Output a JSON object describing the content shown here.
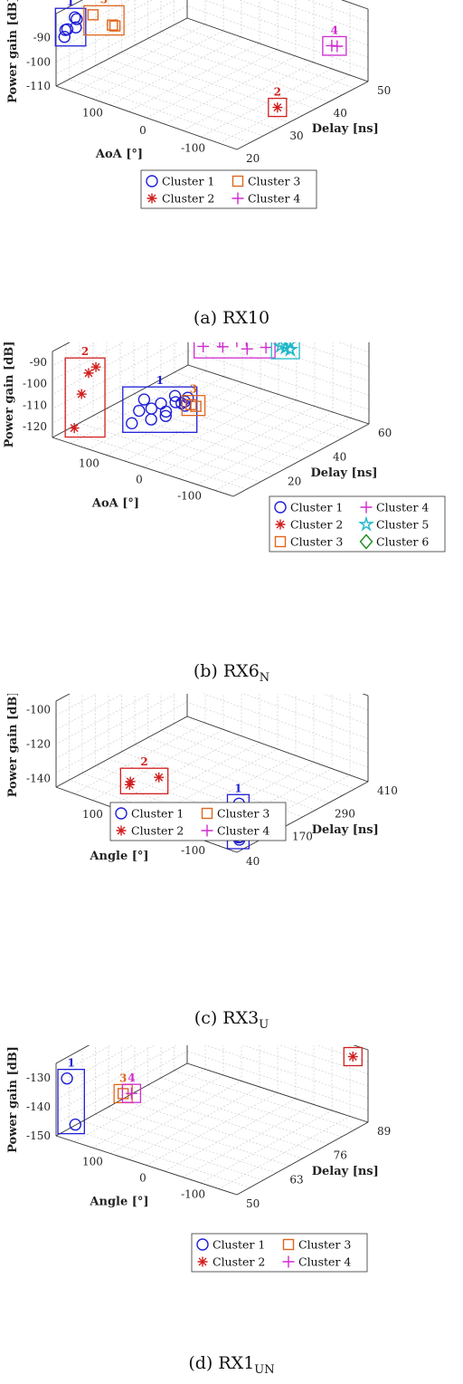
{
  "chart_data": [
    {
      "type": "scatter",
      "caption_main": "(a)  RX10",
      "caption_sub": "",
      "xlabel": "Delay [ns]",
      "ylabel": "AoA [°]",
      "zlabel": "Power gain [dB]",
      "xlim": [
        20,
        50
      ],
      "ylim": [
        -180,
        180
      ],
      "zlim": [
        -110,
        -80
      ],
      "xticks": [
        "20",
        "30",
        "40",
        "50"
      ],
      "yticks": [
        "100",
        "0",
        "-100"
      ],
      "zticks": [
        "-110",
        "-100",
        "-90"
      ],
      "legend_cols": 2,
      "series": [
        {
          "name": "Cluster 1",
          "label": "1",
          "color": "#1f1fd6",
          "marker": "circle",
          "points": [
            [
              22,
              160,
              -82
            ],
            [
              21,
              170,
              -87
            ],
            [
              22,
              175,
              -88
            ],
            [
              21,
              172,
              -90
            ],
            [
              23,
              165,
              -84
            ],
            [
              22,
              158,
              -86
            ]
          ]
        },
        {
          "name": "Cluster 2",
          "label": "2",
          "color": "#d21f1f",
          "marker": "asterisk",
          "points": [
            [
              31,
              -165,
              -104
            ]
          ]
        },
        {
          "name": "Cluster 3",
          "label": "3",
          "color": "#e0661c",
          "marker": "square",
          "points": [
            [
              25,
              150,
              -83
            ],
            [
              26,
              120,
              -86
            ],
            [
              26,
              115,
              -86
            ]
          ]
        },
        {
          "name": "Cluster 4",
          "label": "4",
          "color": "#d02ad0",
          "marker": "plus",
          "points": [
            [
              44,
              -160,
              -91
            ],
            [
              45,
              -162,
              -92
            ]
          ]
        }
      ]
    },
    {
      "type": "scatter",
      "caption_main": "(b)  RX6",
      "caption_sub": "N",
      "xlabel": "Delay [ns]",
      "ylabel": "AoA [°]",
      "zlabel": "Power gain [dB]",
      "xlim": [
        0,
        60
      ],
      "ylim": [
        -180,
        180
      ],
      "zlim": [
        -125,
        -85
      ],
      "xticks": [
        "20",
        "40",
        "60"
      ],
      "yticks": [
        "100",
        "0",
        "-100"
      ],
      "zticks": [
        "-120",
        "-110",
        "-100",
        "-90"
      ],
      "legend_cols": 2,
      "series": [
        {
          "name": "Cluster 1",
          "label": "1",
          "color": "#1f1fd6",
          "marker": "circle",
          "points": [
            [
              5,
              20,
              -98
            ],
            [
              6,
              10,
              -102
            ],
            [
              8,
              0,
              -100
            ],
            [
              10,
              -20,
              -99
            ],
            [
              12,
              -30,
              -101
            ],
            [
              5,
              30,
              -104
            ],
            [
              8,
              -10,
              -103
            ],
            [
              4,
              40,
              -110
            ],
            [
              9,
              -5,
              -106
            ],
            [
              11,
              -40,
              -96
            ],
            [
              6,
              -50,
              -95
            ],
            [
              12,
              -10,
              -98
            ],
            [
              7,
              15,
              -108
            ],
            [
              13,
              -25,
              -100
            ]
          ]
        },
        {
          "name": "Cluster 2",
          "label": "2",
          "color": "#d21f1f",
          "marker": "asterisk",
          "points": [
            [
              3,
              150,
              -120
            ],
            [
              6,
              135,
              -95
            ],
            [
              4,
              140,
              -104
            ],
            [
              7,
              125,
              -92
            ]
          ]
        },
        {
          "name": "Cluster 3",
          "label": "3",
          "color": "#e0661c",
          "marker": "square",
          "points": [
            [
              18,
              -15,
              -105
            ],
            [
              19,
              -20,
              -106
            ]
          ]
        },
        {
          "name": "Cluster 4",
          "label": "4",
          "color": "#d02ad0",
          "marker": "plus",
          "points": [
            [
              40,
              60,
              -96
            ],
            [
              44,
              45,
              -95
            ],
            [
              42,
              30,
              -95
            ],
            [
              46,
              20,
              -94
            ],
            [
              48,
              10,
              -94
            ],
            [
              50,
              -20,
              -96
            ],
            [
              45,
              -5,
              -95
            ]
          ]
        },
        {
          "name": "Cluster 5",
          "label": "5",
          "color": "#1fb8c8",
          "marker": "star",
          "points": [
            [
              52,
              -40,
              -95
            ],
            [
              53,
              -45,
              -96
            ],
            [
              54,
              -50,
              -97
            ],
            [
              55,
              -45,
              -95
            ],
            [
              53,
              -55,
              -96
            ]
          ]
        },
        {
          "name": "Cluster 6",
          "label": "6",
          "color": "#1f8c1f",
          "marker": "diamond",
          "points": [
            [
              42,
              120,
              -90
            ],
            [
              43,
              125,
              -91
            ]
          ]
        }
      ]
    },
    {
      "type": "scatter",
      "caption_main": "(c)  RX3",
      "caption_sub": "U",
      "xlabel": "Delay [ns]",
      "ylabel": "Angle [°]",
      "zlabel": "Power gain [dB]",
      "xlim": [
        40,
        410
      ],
      "ylim": [
        -180,
        180
      ],
      "zlim": [
        -145,
        -95
      ],
      "xticks": [
        "40",
        "170",
        "290",
        "410"
      ],
      "yticks": [
        "100",
        "0",
        "-100"
      ],
      "zticks": [
        "-140",
        "-120",
        "-100"
      ],
      "legend_cols": 2,
      "series": [
        {
          "name": "Cluster 1",
          "label": "1",
          "color": "#1f1fd6",
          "marker": "circle",
          "points": [
            [
              60,
              -170,
              -120
            ],
            [
              60,
              -165,
              -125
            ],
            [
              61,
              -166,
              -135
            ],
            [
              62,
              -168,
              -140
            ],
            [
              61,
              -170,
              -141
            ],
            [
              60,
              -172,
              -139
            ],
            [
              62,
              -165,
              -138
            ]
          ]
        },
        {
          "name": "Cluster 2",
          "label": "2",
          "color": "#d21f1f",
          "marker": "asterisk",
          "points": [
            [
              120,
              90,
              -143
            ],
            [
              125,
              92,
              -142
            ],
            [
              160,
              60,
              -140
            ]
          ]
        },
        {
          "name": "Cluster 3",
          "label": "3",
          "color": "#e0661c",
          "marker": "square",
          "points": [
            [
              405,
              -60,
              -98
            ],
            [
              407,
              -62,
              -100
            ]
          ]
        },
        {
          "name": "Cluster 4",
          "label": "4",
          "color": "#d02ad0",
          "marker": "plus",
          "points": [
            [
              405,
              -55,
              -97
            ]
          ]
        }
      ]
    },
    {
      "type": "scatter",
      "caption_main": "(d)  RX1",
      "caption_sub": "UN",
      "xlabel": "Delay [ns]",
      "ylabel": "Angle [°]",
      "zlabel": "Power gain [dB]",
      "xlim": [
        50,
        89
      ],
      "ylim": [
        -180,
        180
      ],
      "zlim": [
        -150,
        -125
      ],
      "xticks": [
        "50",
        "63",
        "76",
        "89"
      ],
      "yticks": [
        "100",
        "0",
        "-100"
      ],
      "zticks": [
        "-150",
        "-140",
        "-130"
      ],
      "legend_cols": 2,
      "series": [
        {
          "name": "Cluster 1",
          "label": "1",
          "color": "#1f1fd6",
          "marker": "circle",
          "points": [
            [
              51,
              165,
              -130
            ],
            [
              52,
              155,
              -146
            ]
          ]
        },
        {
          "name": "Cluster 2",
          "label": "2",
          "color": "#d21f1f",
          "marker": "asterisk",
          "points": [
            [
              86,
              -170,
              -126
            ]
          ]
        },
        {
          "name": "Cluster 3",
          "label": "3",
          "color": "#e0661c",
          "marker": "square",
          "points": [
            [
              55,
              80,
              -133
            ]
          ]
        },
        {
          "name": "Cluster 4",
          "label": "4",
          "color": "#d02ad0",
          "marker": "plus",
          "points": [
            [
              56,
              70,
              -133
            ]
          ]
        }
      ]
    }
  ]
}
